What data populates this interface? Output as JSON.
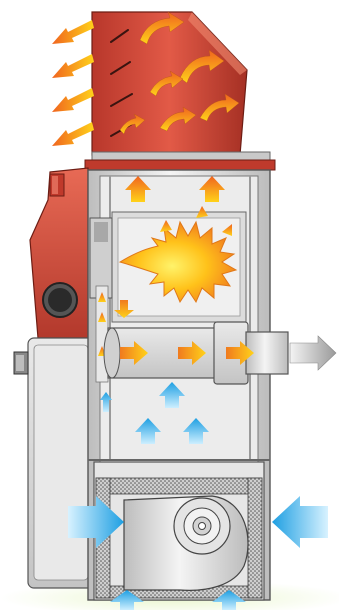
{
  "diagram": {
    "subject": "furnace-cutaway",
    "colors": {
      "hot_red": "#d9473a",
      "hot_red_dark": "#8f2a1e",
      "flame_yellow": "#ffd21a",
      "flame_orange": "#f08a1e",
      "cool_blue": "#2fa8e6",
      "cool_blue_light": "#bfe9fb",
      "cabinet_gray": "#d8d8d8",
      "cabinet_dark": "#6a6a6a",
      "ground_green": "#eef7d6"
    },
    "icons": [
      "hot-air-outlet-arrows",
      "flue-vent-arrow",
      "burner-flame",
      "cold-air-intake-arrows",
      "heat-exchanger-arrows"
    ]
  }
}
